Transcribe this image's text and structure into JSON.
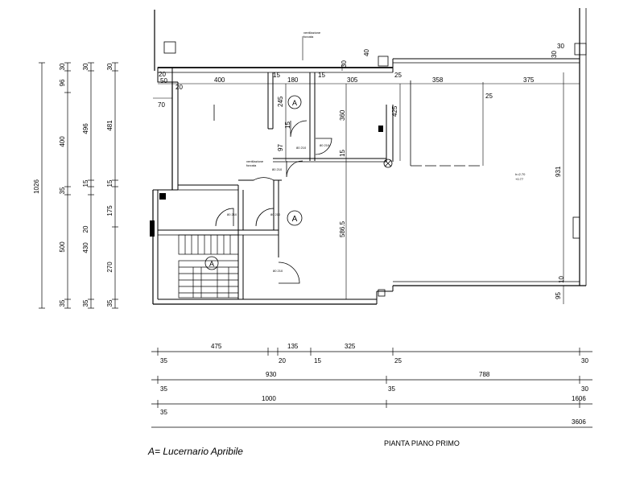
{
  "legend": {
    "text": "A= Lucernario Apribile"
  },
  "title": {
    "text": "PIANTA PIANO PRIMO"
  },
  "marker_label": "A",
  "annotations": {
    "ventilazione_1": "ventilazione",
    "forzata_1": "forzata",
    "ventilazione_2": "ventilazione",
    "forzata_2": "forzata"
  },
  "doors": {
    "d1": "80\n210",
    "d2": "80\n210",
    "d3": "80\n210",
    "d4": "80\n210",
    "d5": "80\n210",
    "d6": "80\n210"
  },
  "bottom_dims": {
    "row1": [
      "475",
      "135",
      "325"
    ],
    "row1_small": [
      "35",
      "20",
      "15",
      "25"
    ],
    "row2": [
      "930",
      "788"
    ],
    "row2_small": [
      "35",
      "35",
      "30"
    ],
    "row3": [
      "1000",
      "1606"
    ],
    "row3_small": [
      "35"
    ],
    "row4": [
      "3606"
    ]
  },
  "left_dims": {
    "col1": [
      "1026"
    ],
    "col2": [
      "30",
      "96",
      "400",
      "35",
      "500",
      "35"
    ],
    "col3": [
      "30",
      "496",
      "15",
      "20",
      "430",
      "35"
    ],
    "col4": [
      "30",
      "481",
      "15",
      "175",
      "270",
      "35"
    ]
  },
  "top_dims": [
    "20",
    "50",
    "20",
    "400",
    "15",
    "180",
    "15",
    "305",
    "25",
    "358",
    "375",
    "25",
    "40",
    "30",
    "30",
    "30"
  ],
  "interior_dims": [
    "70",
    "245",
    "15",
    "97",
    "360",
    "425",
    "15",
    "586.5",
    "931",
    "95",
    "10"
  ],
  "labels_misc": [
    "h=2.70",
    "+0.77"
  ]
}
